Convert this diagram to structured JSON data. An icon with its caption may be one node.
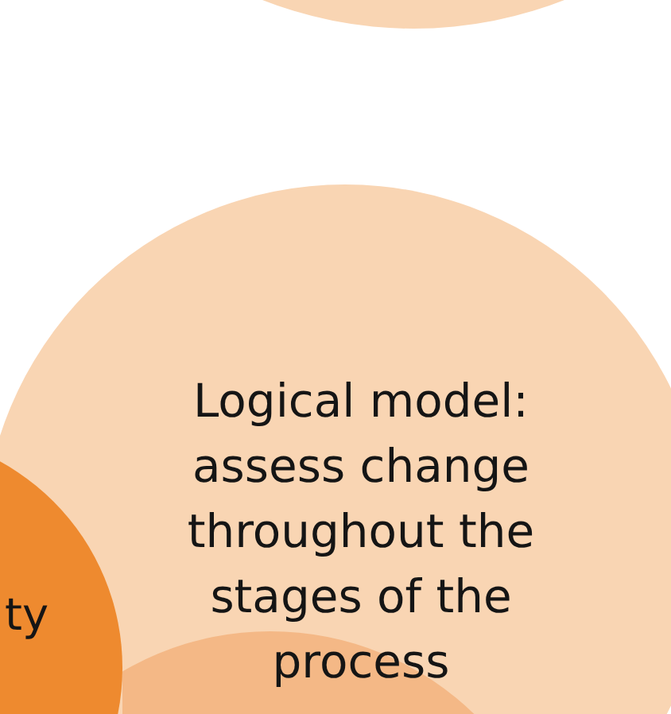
{
  "diagram": {
    "nodes": [
      {
        "text": [],
        "shape": "circle"
      },
      {
        "text": [
          "Logical model: assess change throughout the stages of the process"
        ]
      },
      {
        "text": [
          "ty"
        ]
      },
      {
        "text": [],
        "shape": "circle"
      }
    ]
  }
}
